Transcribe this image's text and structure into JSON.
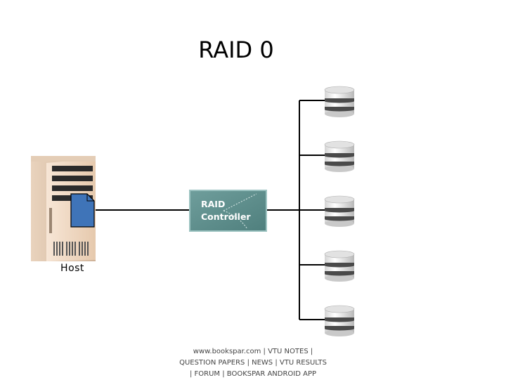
{
  "title": "RAID 0",
  "host": {
    "label": "Host"
  },
  "controller": {
    "line1": "RAID",
    "line2": "Controller"
  },
  "disks": [
    "disk",
    "disk",
    "disk",
    "disk",
    "disk"
  ],
  "footer": {
    "line1": "www.bookspar.com | VTU NOTES |",
    "line2": "QUESTION PAPERS | NEWS | VTU RESULTS",
    "line3": "| FORUM | BOOKSPAR ANDROID APP"
  },
  "colors": {
    "controller_fill": "#5e8f8d",
    "controller_border": "#8fb9b7",
    "document_fill": "#3f74b8",
    "tower_face": "#f2dcc8",
    "line": "#000000"
  }
}
